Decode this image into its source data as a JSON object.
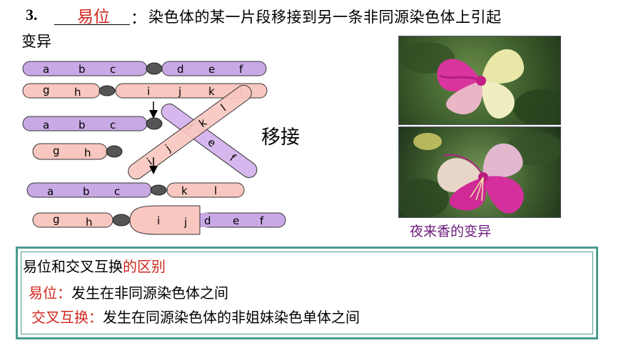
{
  "question": {
    "number": "3.",
    "answer": "易位",
    "colon": "：",
    "text_line1": "染色体的某一片段移接到另一条非同源染色体上引起",
    "text_line2": "变异"
  },
  "diagram": {
    "genes_row1_left": [
      "a",
      "b",
      "c"
    ],
    "genes_row1_right": [
      "d",
      "e",
      "f"
    ],
    "genes_row2_left": [
      "g",
      "h"
    ],
    "genes_row2_right": [
      "i",
      "j",
      "k",
      "l"
    ],
    "translocation_label": "移接"
  },
  "photos": {
    "caption": "夜来香的变异"
  },
  "comparison": {
    "title_black": "易位和交叉互换",
    "title_red": "的区别",
    "item1_label": "易位：",
    "item1_text": "发生在非同源染色体之间",
    "item2_label": "交叉互换：",
    "item2_text": "发生在同源染色体的非姐妹染色单体之间"
  },
  "colors": {
    "purple_chromosome": "#c8a9e6",
    "pink_chromosome": "#f8c7c0",
    "centromere": "#555555",
    "accent_red": "#d0281e",
    "box_border": "#4a9a8f",
    "caption": "#6a1b7a"
  }
}
